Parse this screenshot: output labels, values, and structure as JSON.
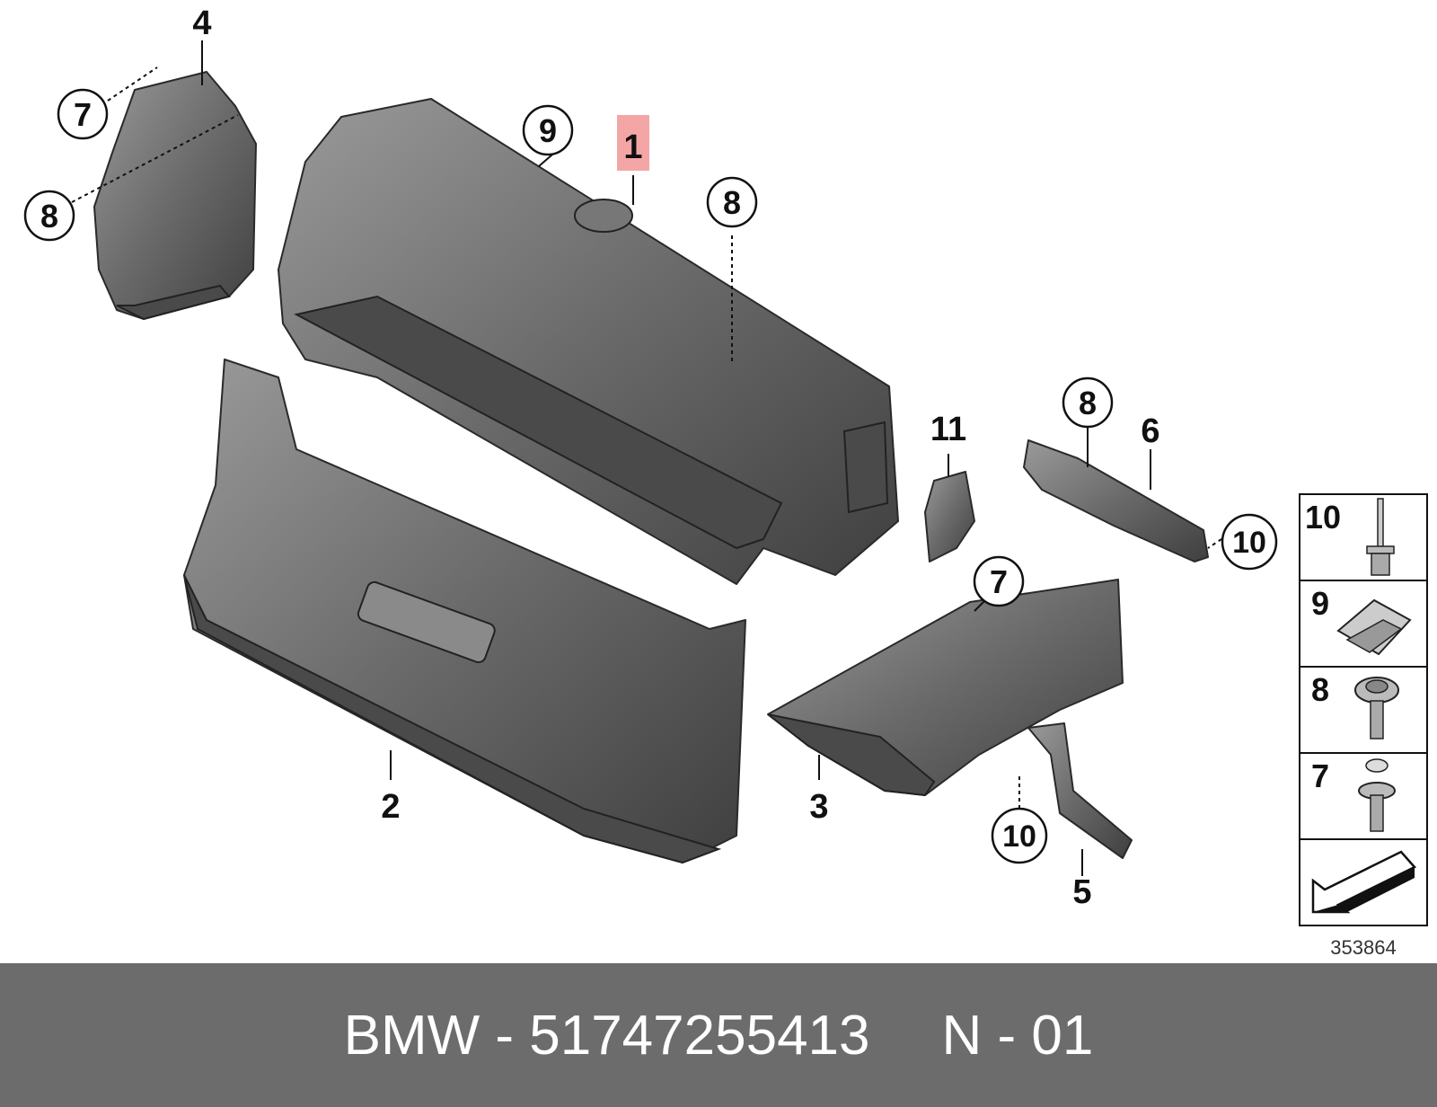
{
  "callouts": {
    "c1": "1",
    "c2": "2",
    "c3": "3",
    "c4": "4",
    "c5": "5",
    "c6": "6",
    "c7a": "7",
    "c7b": "7",
    "c8a": "8",
    "c8b": "8",
    "c8c": "8",
    "c9": "9",
    "c10a": "10",
    "c10b": "10",
    "c11": "11"
  },
  "legend": {
    "items": [
      {
        "label": "10",
        "icon": "rivet-icon"
      },
      {
        "label": "9",
        "icon": "clip-nut-icon"
      },
      {
        "label": "8",
        "icon": "collar-screw-icon"
      },
      {
        "label": "7",
        "icon": "expanding-rivet-icon"
      },
      {
        "label": "",
        "icon": "arrow-icon"
      }
    ]
  },
  "diagram_number": "353864",
  "footer": {
    "brand_part": "BMW - 51747255413",
    "position": "N - 01"
  },
  "colors": {
    "footer_bg": "#6c6c6c",
    "highlight": "#f4a6a6"
  }
}
